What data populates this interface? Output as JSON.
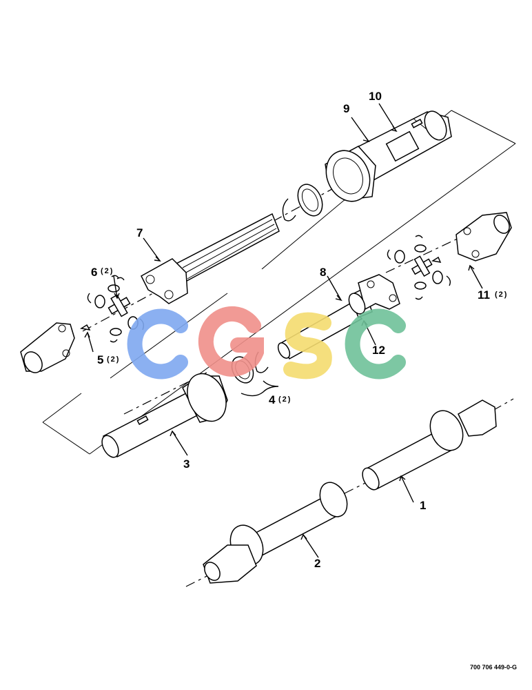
{
  "callouts": {
    "c1": "1",
    "c2": "2",
    "c3": "3",
    "c4": "4",
    "c5": "5",
    "c6": "6",
    "c7": "7",
    "c8": "8",
    "c9": "9",
    "c10": "10",
    "c11": "11",
    "c12": "12"
  },
  "quantities": {
    "q4": "(2)",
    "q5": "(2)",
    "q6": "(2)",
    "q11": "(2)"
  },
  "reference_number": "700 706 449-0-G",
  "watermark": {
    "text": "CGSC",
    "colors": [
      "#7fa8f0",
      "#f0908a",
      "#f5dc70",
      "#6fc29a"
    ]
  }
}
